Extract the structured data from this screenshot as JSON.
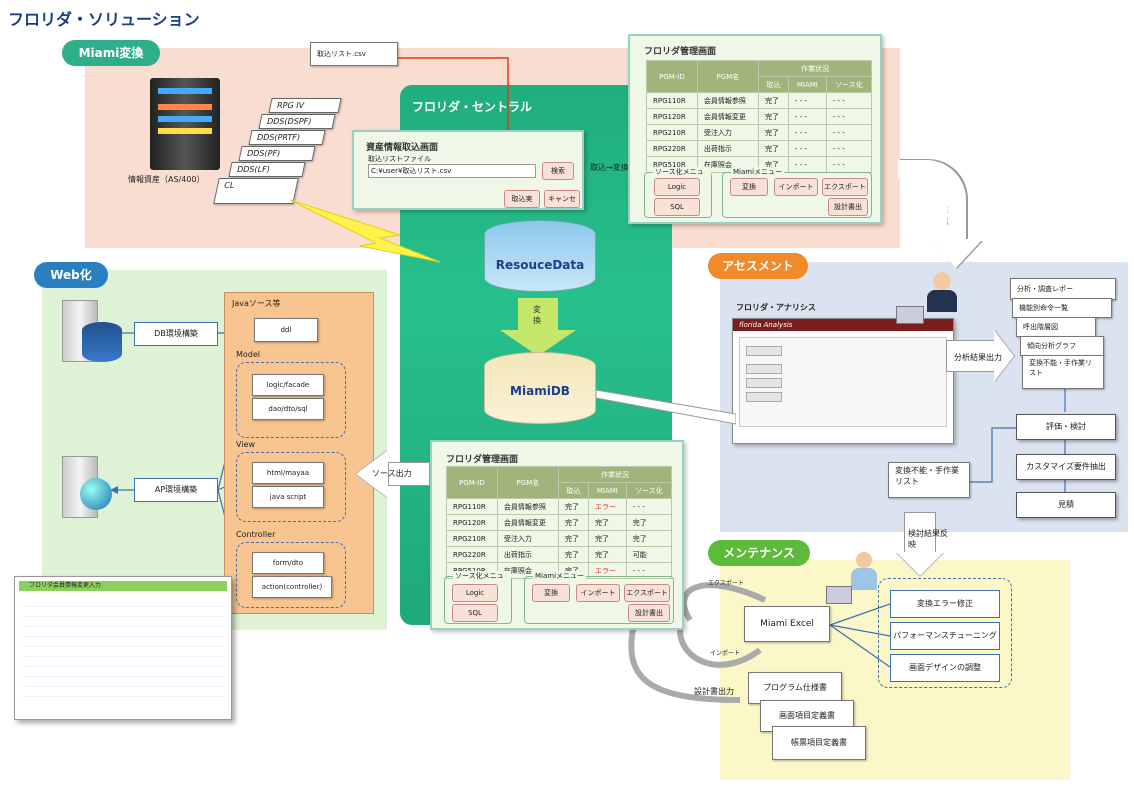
{
  "title": "フロリダ・ソリューション",
  "zones": {
    "miami": "Miami変換",
    "web": "Web化",
    "assess": "アセスメント",
    "maint": "メンテナンス"
  },
  "central": {
    "label": "フロリダ・セントラル",
    "db1": "ResouceData",
    "db2": "MiamiDB",
    "arrow_label": "変換"
  },
  "as400": {
    "label": "情報資産（AS/400）",
    "docs": [
      "RPG IV",
      "DDS(DSPF)",
      "DDS(PRTF)",
      "DDS(PF)",
      "DDS(LF)",
      "CL"
    ]
  },
  "import_file": "取込リスト.csv",
  "resource_dialog": {
    "title": "資産情報取込画面",
    "field_label": "取込リストファイル",
    "field_value": "C:¥user¥取込リスト.csv",
    "browse": "検索",
    "import": "取込実",
    "cancel": "キャンセ"
  },
  "mgmt_top": {
    "title": "フロリダ管理画面",
    "headers": {
      "id": "PGM-ID",
      "name": "PGM名",
      "status": "作業状況",
      "cols": [
        "取込",
        "MIAMI",
        "ソース化"
      ]
    },
    "rows": [
      {
        "id": "RPG110R",
        "name": "会員情報参照",
        "c1": "完了",
        "c2": "- - -",
        "c3": "- - -"
      },
      {
        "id": "RPG120R",
        "name": "会員情報変更",
        "c1": "完了",
        "c2": "- - -",
        "c3": "- - -"
      },
      {
        "id": "RPG210R",
        "name": "受注入力",
        "c1": "完了",
        "c2": "- - -",
        "c3": "- - -"
      },
      {
        "id": "RPG220R",
        "name": "出荷指示",
        "c1": "完了",
        "c2": "- - -",
        "c3": "- - -"
      },
      {
        "id": "RPG510R",
        "name": "在庫照会",
        "c1": "完了",
        "c2": "- - -",
        "c3": "- - -"
      }
    ],
    "src_menu": "ソース化メニュー",
    "miami_menu": "Miamiメニュー",
    "btn_logic": "Logic",
    "btn_sql": "SQL",
    "btn_convert": "変換",
    "btn_import": "インポート",
    "btn_export": "エクスポート",
    "btn_design": "設計書出"
  },
  "mgmt_bottom": {
    "title": "フロリダ管理画面",
    "rows": [
      {
        "id": "RPG110R",
        "name": "会員情報参照",
        "c1": "完了",
        "c2": "エラー",
        "c3": "- - -"
      },
      {
        "id": "RPG120R",
        "name": "会員情報変更",
        "c1": "完了",
        "c2": "完了",
        "c3": "完了"
      },
      {
        "id": "RPG210R",
        "name": "受注入力",
        "c1": "完了",
        "c2": "完了",
        "c3": "完了"
      },
      {
        "id": "RPG220R",
        "name": "出荷指示",
        "c1": "完了",
        "c2": "完了",
        "c3": "可能"
      },
      {
        "id": "RPG510R",
        "name": "在庫照会",
        "c1": "完了",
        "c2": "エラー",
        "c3": "- - -"
      }
    ]
  },
  "labels": {
    "import_convert": "取込→変換",
    "survey": "現状調査",
    "analysis_output": "分析結果出力",
    "source_output": "ソース出力",
    "review_reflect": "検討結果反映",
    "export": "エクスポート",
    "import": "インポート",
    "design_output": "設計書出力"
  },
  "analysis": {
    "title": "フロリダ・アナリシス",
    "app_name": "florida Analysis"
  },
  "reports": [
    "分析・調査レポー",
    "機能別命令一覧",
    "呼出階層図",
    "傾向分析グラフ",
    "変換不能・手作業リスト"
  ],
  "assess_flow": {
    "eval": "評価・検討",
    "extract": "カスタマイズ要件抽出",
    "estimate": "見積",
    "manual": "変換不能・手作業リスト"
  },
  "web": {
    "java_label": "Javaソース等",
    "ddl": "ddl",
    "model": "Model",
    "model_items": [
      "logic/facade",
      "dao/dto/sql"
    ],
    "view": "View",
    "view_items": [
      "html/mayaa",
      "java script"
    ],
    "controller": "Controller",
    "controller_items": [
      "form/dto",
      "action(controller)"
    ],
    "db_build": "DB環境構築",
    "ap_build": "AP環境構築",
    "screen_title": "フロリダ会員情報変更入力"
  },
  "maint": {
    "excel": "Miami Excel",
    "docs": [
      "プログラム仕様書",
      "画面項目定義書",
      "帳票項目定義書"
    ],
    "tasks": [
      "変換エラー修正",
      "パフォーマンスチューニング",
      "画面デザインの調整"
    ]
  },
  "colors": {
    "miami_zone": "#f8ddd0",
    "web_zone": "#def2d6",
    "assess_zone": "#dbe3f0",
    "maint_zone": "#fbf7c8",
    "central": "#27c08d",
    "pill_miami": "#2fae8a",
    "pill_web": "#2a7fc1",
    "pill_assess": "#f08a2a",
    "pill_maint": "#5dba3a"
  }
}
